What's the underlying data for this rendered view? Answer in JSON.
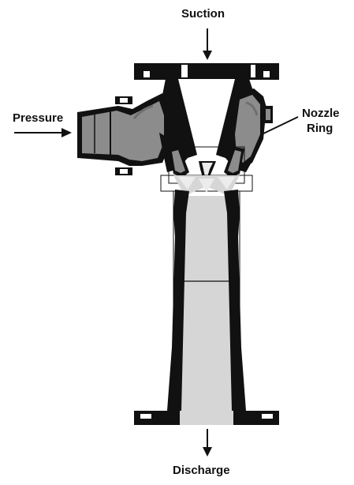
{
  "labels": {
    "suction": "Suction",
    "pressure": "Pressure",
    "nozzle_line1": "Nozzle",
    "nozzle_line2": "Ring",
    "discharge": "Discharge"
  },
  "colors": {
    "body": "#111111",
    "casting": "#8c8c8c",
    "casting_dark": "#6f6f6f",
    "flow": "#d6d6d6",
    "flow_light": "#ececec",
    "background": "#ffffff"
  }
}
